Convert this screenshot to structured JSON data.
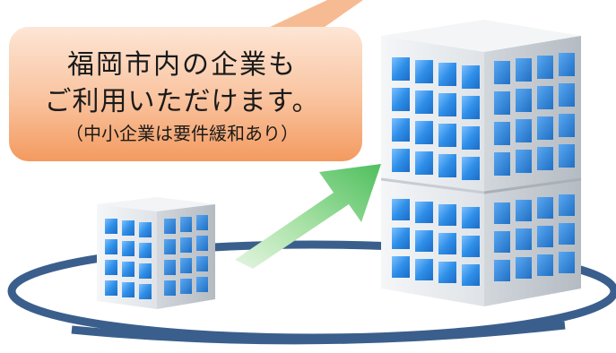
{
  "callout": {
    "line1": "福岡市内の企業も",
    "line2": "ご利用いただけます。",
    "note": "（中小企業は要件緩和あり）"
  },
  "colors": {
    "bubble_top": "#fde2cf",
    "bubble_bottom": "#f6a56f",
    "ring": "#3b5f8c",
    "arrow_light": "#d6f0d1",
    "arrow_dark": "#5cc86a",
    "window": "#2f8fe8",
    "building_face": "#e9ecef",
    "building_side": "#bfc5cc"
  },
  "icons": [
    "small-building-icon",
    "large-building-icon",
    "growth-arrow-icon",
    "orbit-ring-icon",
    "speech-bubble-icon"
  ]
}
